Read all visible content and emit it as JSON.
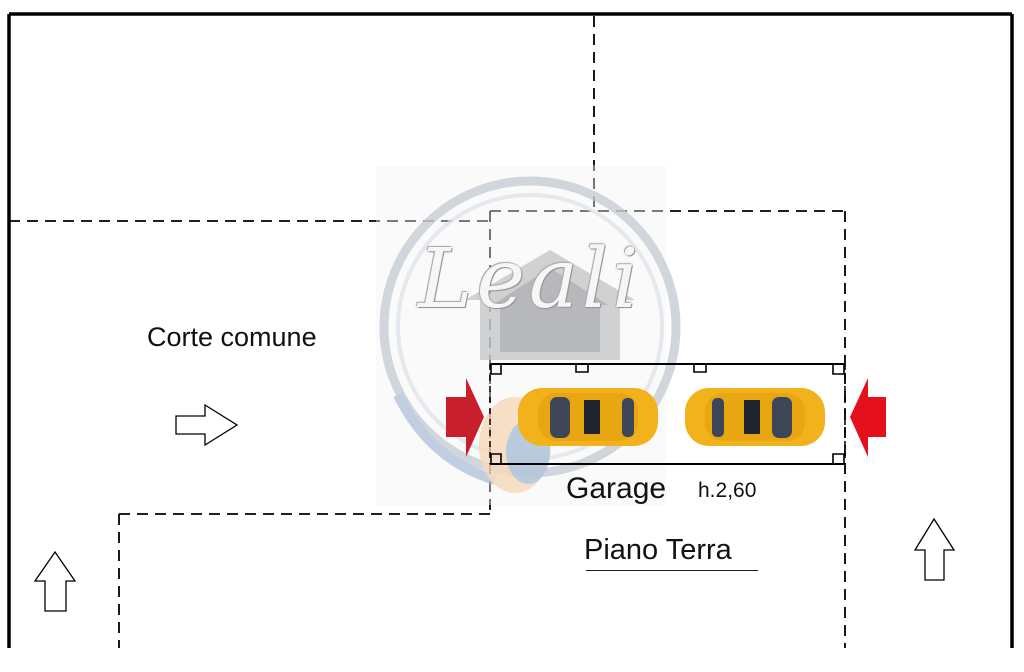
{
  "labels": {
    "courtyard": "Corte comune",
    "garage": "Garage",
    "garage_height": "h.2,60",
    "floor": "Piano Terra"
  },
  "watermark": {
    "text": "Leali"
  },
  "icons": {
    "entry_arrow_color": "#e0202a",
    "car_color": "#f2b21b",
    "outline_arrow": "hollow-arrow"
  }
}
